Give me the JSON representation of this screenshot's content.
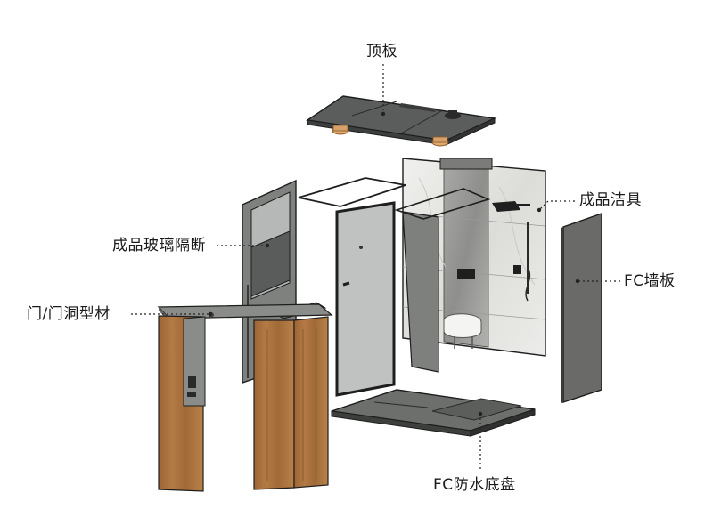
{
  "labels": {
    "ceiling": "顶板",
    "fixtures": "成品洁具",
    "glass_partition": "成品玻璃隔断",
    "wall_panel": "FC墙板",
    "door_profile": "门/门洞型材",
    "waterproof_base": "FC防水底盘"
  },
  "colors": {
    "outline": "#1e1e1e",
    "ceiling_panel": "#5a5c5c",
    "wall_panel": "#6b6c68",
    "marble": "#e6e6e3",
    "glass": "#b9bcbc",
    "wood": "#a86f3c",
    "base_tray": "#6a6c6a"
  }
}
